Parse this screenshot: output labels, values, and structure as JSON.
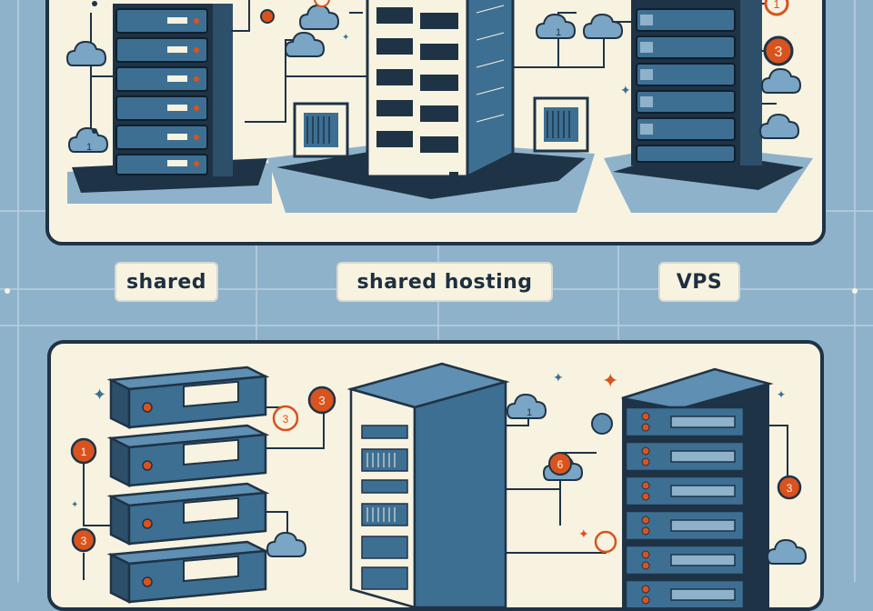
{
  "labels": {
    "left": "shared",
    "center": "shared hosting",
    "right": "VPS"
  },
  "badges": {
    "top_left_cloud": "1",
    "top_center_cloud": "1",
    "top_right_1": "1",
    "top_right_3": "3",
    "bottom_left_1": "1",
    "bottom_left_2": "3",
    "bottom_left_3": "3",
    "bottom_left_4": "3",
    "bottom_center_cloud": "1",
    "bottom_right_1": "6",
    "bottom_right_2": "3"
  },
  "colors": {
    "background": "#8fb2cb",
    "panel": "#f7f3e0",
    "outline": "#1f3346",
    "server_blue": "#3d6f93",
    "server_light": "#5f8fb2",
    "accent_orange": "#d9531e",
    "cloud_blue": "#7aa5c4"
  }
}
